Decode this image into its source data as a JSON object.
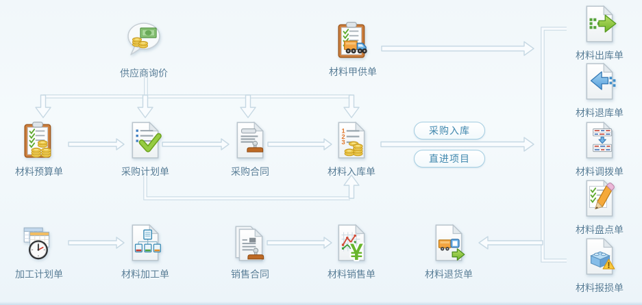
{
  "diagram": {
    "nodes": {
      "supplier_inquiry": {
        "label": "供应商询价",
        "icon": "speech-bubble-money-icon"
      },
      "material_owner_supply": {
        "label": "材料甲供单",
        "icon": "clipboard-truck-icon"
      },
      "material_budget": {
        "label": "材料预算单",
        "icon": "clipboard-coins-icon"
      },
      "purchase_plan": {
        "label": "采购计划单",
        "icon": "document-checkmark-icon"
      },
      "purchase_contract": {
        "label": "采购合同",
        "icon": "document-stamp-icon"
      },
      "material_inbound": {
        "label": "材料入库单",
        "icon": "document-list-coins-icon"
      },
      "processing_plan": {
        "label": "加工计划单",
        "icon": "tables-clock-icon"
      },
      "material_processing": {
        "label": "材料加工单",
        "icon": "document-tree-icon"
      },
      "sales_contract": {
        "label": "销售合同",
        "icon": "documents-stamp-icon"
      },
      "material_sales": {
        "label": "材料销售单",
        "icon": "document-chart-yuan-icon"
      },
      "material_return_goods": {
        "label": "材料退货单",
        "icon": "document-truck-arrow-icon"
      },
      "material_outbound": {
        "label": "材料出库单",
        "icon": "document-green-arrow-out-icon"
      },
      "material_return_store": {
        "label": "材料退库单",
        "icon": "document-blue-arrow-in-icon"
      },
      "material_transfer": {
        "label": "材料调拨单",
        "icon": "document-transfer-tables-icon"
      },
      "material_stocktake": {
        "label": "材料盘点单",
        "icon": "document-checklist-pencil-icon"
      },
      "material_damage": {
        "label": "材料报损单",
        "icon": "document-brick-warning-icon"
      }
    },
    "tags": {
      "purchase_inbound": {
        "label": "采购入库"
      },
      "direct_project": {
        "label": "直进项目"
      }
    },
    "colors": {
      "background": "#f1f7fa",
      "label_text": "#567c96",
      "pill_border": "#a3cde1",
      "pill_text": "#3f87ad",
      "connector": "#c9dae4"
    }
  }
}
